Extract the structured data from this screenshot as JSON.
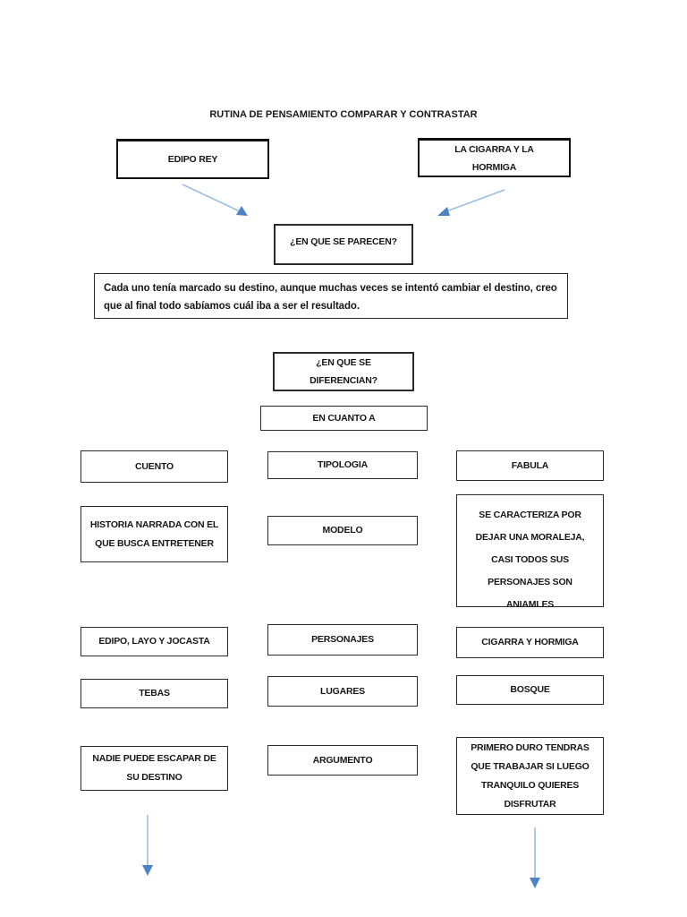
{
  "title": "RUTINA DE PENSAMIENTO COMPARAR Y CONTRASTAR",
  "top_items": {
    "left_item": "EDIPO REY",
    "right_item": "LA CIGARRA Y LA HORMIGA"
  },
  "similarities": {
    "question": "¿EN QUE SE PARECEN?",
    "answer": "Cada uno tenía marcado su destino, aunque muchas veces se intentó cambiar el destino, creo que al final todo sabíamos cuál iba a ser el resultado."
  },
  "differences": {
    "question": "¿EN QUE SE DIFERENCIAN?",
    "header": "EN CUANTO A",
    "rows": [
      {
        "left": "CUENTO",
        "criterion": "TIPOLOGIA",
        "right": "FABULA"
      },
      {
        "left": "HISTORIA NARRADA CON EL QUE BUSCA ENTRETENER",
        "criterion": "MODELO",
        "right": "SE CARACTERIZA POR DEJAR UNA MORALEJA, CASI TODOS SUS PERSONAJES SON ANIAMLES"
      },
      {
        "left": "EDIPO, LAYO Y JOCASTA",
        "criterion": "PERSONAJES",
        "right": "CIGARRA Y HORMIGA"
      },
      {
        "left": "TEBAS",
        "criterion": "LUGARES",
        "right": "BOSQUE"
      },
      {
        "left": "NADIE PUEDE ESCAPAR DE SU DESTINO",
        "criterion": "ARGUMENTO",
        "right": "PRIMERO DURO TENDRAS QUE TRABAJAR SI LUEGO TRANQUILO QUIERES DISFRUTAR"
      }
    ]
  },
  "colors": {
    "arrow_line": "#9abde6",
    "arrow_head": "#4d82c4",
    "border": "#2b2b2b",
    "background": "#ffffff"
  }
}
